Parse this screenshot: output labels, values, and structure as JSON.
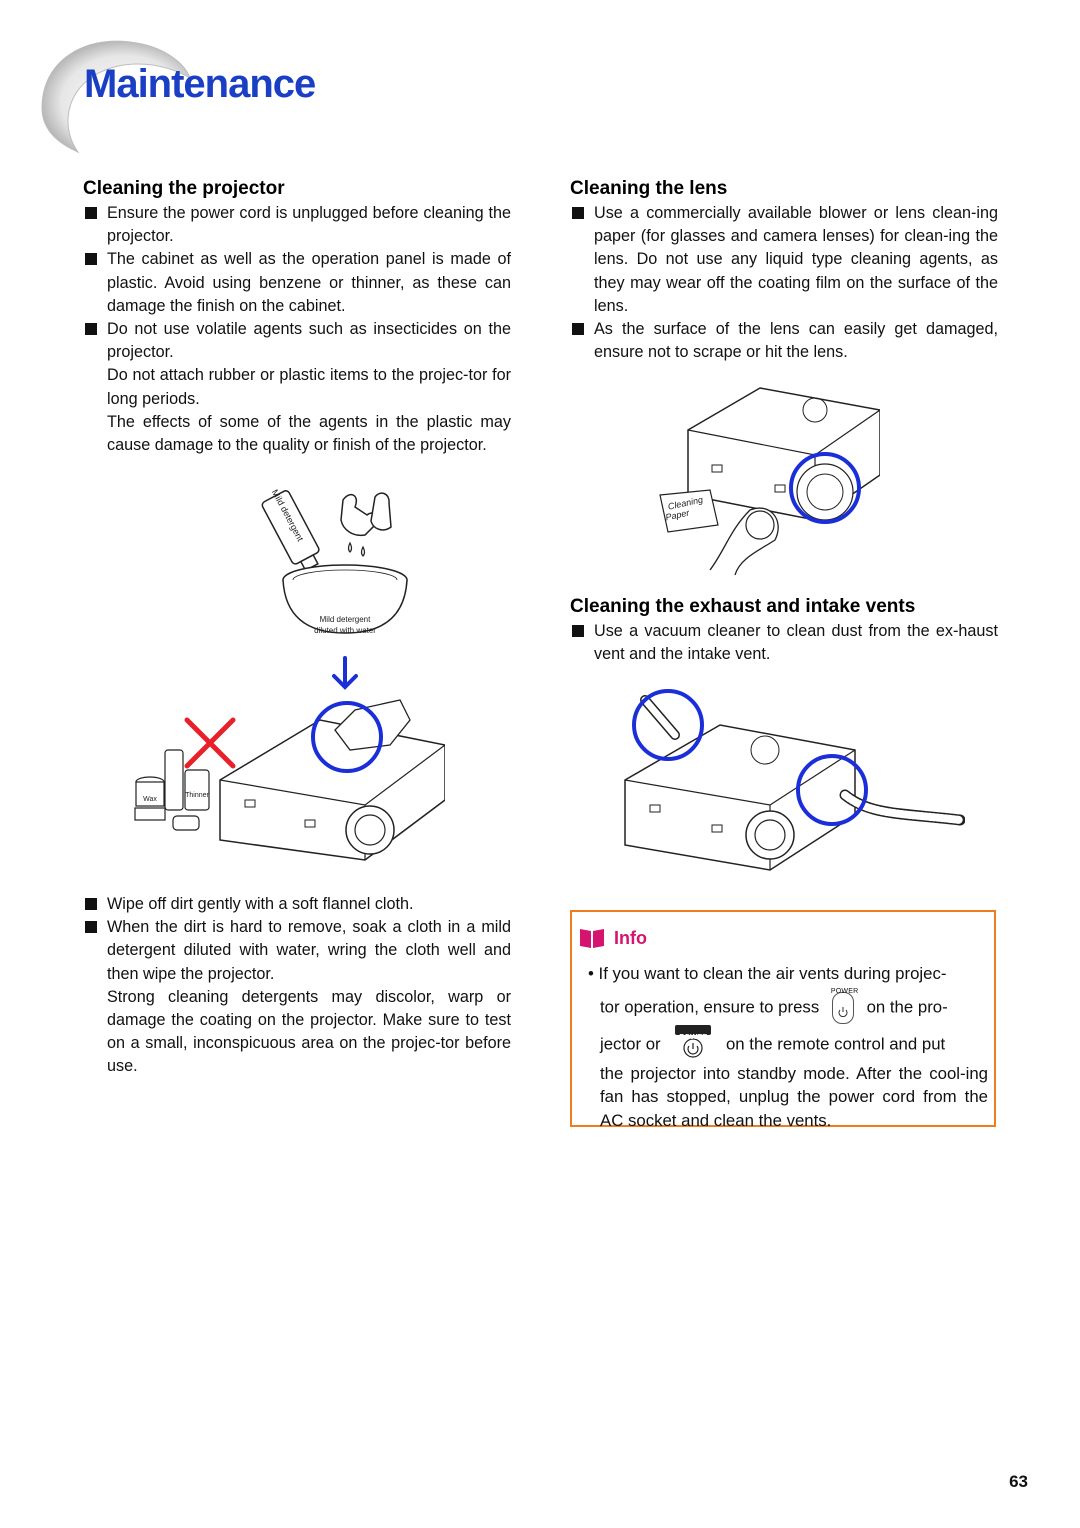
{
  "page": {
    "title": "Maintenance",
    "page_number": "63"
  },
  "left": {
    "heading": "Cleaning the projector",
    "bullets": [
      "Ensure the power cord is unplugged before cleaning the projector.",
      "The cabinet as well as the operation panel is made of plastic. Avoid using benzene or thinner, as these can damage the finish on the cabinet.",
      "Do not use volatile agents such as insecticides on the projector."
    ],
    "sub_paras": [
      "Do not attach rubber or plastic items to the projec-tor for long periods.",
      "The effects of some of the agents in the plastic may cause damage to the quality or finish of the projector."
    ],
    "illustration": {
      "bottle_label": "Mild detergent",
      "bowl_label_1": "Mild detergent",
      "bowl_label_2": "diluted with water",
      "wax_label": "Wax",
      "thinner_label": "Thinner"
    },
    "bullets2": [
      "Wipe off dirt gently with a soft flannel cloth.",
      "When the dirt is hard to remove, soak a cloth in a mild detergent diluted with water, wring the cloth well and then wipe the projector."
    ],
    "sub_para2": "Strong cleaning detergents may discolor, warp or damage the coating on the projector. Make sure to test on a small, inconspicuous area on the projec-tor before use."
  },
  "right": {
    "lens_heading": "Cleaning the lens",
    "lens_bullets": [
      "Use a commercially available blower or lens clean-ing paper (for glasses and camera lenses) for clean-ing the lens. Do not use any liquid type cleaning agents, as they may wear off the coating film on the surface of the lens.",
      "As the surface of the lens can easily get damaged, ensure not to scrape or hit the lens."
    ],
    "lens_paper_label_1": "Cleaning",
    "lens_paper_label_2": "Paper",
    "vents_heading": "Cleaning the exhaust and intake vents",
    "vents_bullets": [
      "Use a vacuum cleaner to clean dust from the ex-haust vent and the intake vent."
    ]
  },
  "info": {
    "label": "Info",
    "line1": "• If you want to clean the air vents during projec-",
    "line2a": "tor operation, ensure to press",
    "line2b": "on the pro-",
    "power_caption": "POWER",
    "line3a": "jector or",
    "line3b": "on the remote control and put",
    "line4": "the projector into standby mode. After the cool-ing fan has stopped, unplug the power cord from the AC socket and clean the vents.",
    "remote_label": "POWER"
  },
  "colors": {
    "title_blue": "#1a3fc4",
    "circle_blue": "#1a2fd8",
    "info_border": "#ef7d1e",
    "info_label": "#d6136f",
    "cross_red": "#e8202a"
  }
}
